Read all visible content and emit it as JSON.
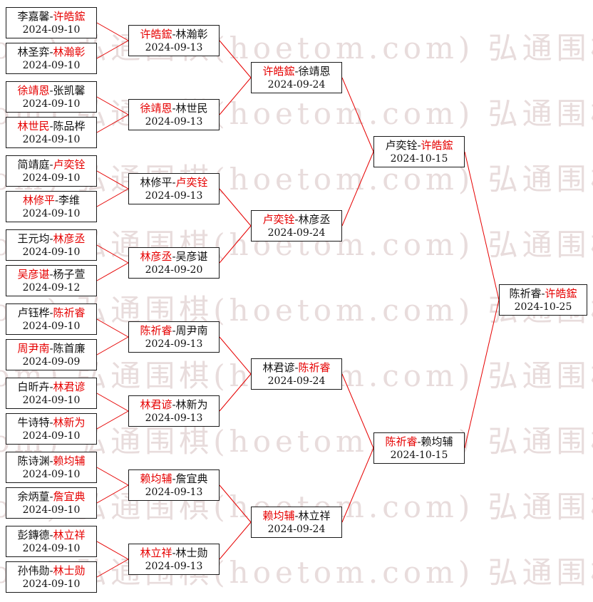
{
  "watermark": "弘通围棋(hoetom.com)",
  "separator": "-",
  "colors": {
    "winner": "#e60000",
    "connector": "#e60000",
    "watermark": "#e8dcdc",
    "border": "#1a1a1a"
  },
  "rounds": [
    {
      "name": "round-of-32",
      "matches": [
        {
          "p1": "李嘉馨",
          "p2": "许皓鋐",
          "winner": 2,
          "date": "2024-09-10"
        },
        {
          "p1": "林圣弈",
          "p2": "林瀚彰",
          "winner": 2,
          "date": "2024-09-10"
        },
        {
          "p1": "徐靖恩",
          "p2": "张凯馨",
          "winner": 1,
          "date": "2024-09-10"
        },
        {
          "p1": "林世民",
          "p2": "陈品桦",
          "winner": 1,
          "date": "2024-09-10"
        },
        {
          "p1": "简靖庭",
          "p2": "卢奕铨",
          "winner": 2,
          "date": "2024-09-10"
        },
        {
          "p1": "林修平",
          "p2": "李维",
          "winner": 1,
          "date": "2024-09-10"
        },
        {
          "p1": "王元均",
          "p2": "林彦丞",
          "winner": 2,
          "date": "2024-09-10"
        },
        {
          "p1": "吴彦谌",
          "p2": "杨子萱",
          "winner": 1,
          "date": "2024-09-12"
        },
        {
          "p1": "卢钰桦",
          "p2": "陈祈睿",
          "winner": 2,
          "date": "2024-09-10"
        },
        {
          "p1": "周尹南",
          "p2": "陈首廉",
          "winner": 1,
          "date": "2024-09-09"
        },
        {
          "p1": "白昕卉",
          "p2": "林君谚",
          "winner": 2,
          "date": "2024-09-10"
        },
        {
          "p1": "牛诗特",
          "p2": "林新为",
          "winner": 2,
          "date": "2024-09-10"
        },
        {
          "p1": "陈诗渊",
          "p2": "赖均辅",
          "winner": 2,
          "date": "2024-09-10"
        },
        {
          "p1": "余炳葟",
          "p2": "詹宜典",
          "winner": 2,
          "date": "2024-09-10"
        },
        {
          "p1": "彭鏄德",
          "p2": "林立祥",
          "winner": 2,
          "date": "2024-09-10"
        },
        {
          "p1": "孙伟勋",
          "p2": "林士勋",
          "winner": 2,
          "date": "2024-09-10"
        }
      ]
    },
    {
      "name": "round-2",
      "matches": [
        {
          "p1": "许皓鋐",
          "p2": "林瀚彰",
          "winner": 1,
          "date": "2024-09-13"
        },
        {
          "p1": "徐靖恩",
          "p2": "林世民",
          "winner": 1,
          "date": "2024-09-13"
        },
        {
          "p1": "林修平",
          "p2": "卢奕铨",
          "winner": 2,
          "date": "2024-09-13"
        },
        {
          "p1": "林彦丞",
          "p2": "吴彦谌",
          "winner": 1,
          "date": "2024-09-20"
        },
        {
          "p1": "陈祈睿",
          "p2": "周尹南",
          "winner": 1,
          "date": "2024-09-13"
        },
        {
          "p1": "林君谚",
          "p2": "林新为",
          "winner": 1,
          "date": "2024-09-13"
        },
        {
          "p1": "赖均辅",
          "p2": "詹宜典",
          "winner": 1,
          "date": "2024-09-13"
        },
        {
          "p1": "林立祥",
          "p2": "林士勋",
          "winner": 1,
          "date": "2024-09-13"
        }
      ]
    },
    {
      "name": "quarterfinals",
      "matches": [
        {
          "p1": "许皓鋐",
          "p2": "徐靖恩",
          "winner": 1,
          "date": "2024-09-24"
        },
        {
          "p1": "卢奕铨",
          "p2": "林彦丞",
          "winner": 1,
          "date": "2024-09-24"
        },
        {
          "p1": "林君谚",
          "p2": "陈祈睿",
          "winner": 2,
          "date": "2024-09-24"
        },
        {
          "p1": "赖均辅",
          "p2": "林立祥",
          "winner": 1,
          "date": "2024-09-24"
        }
      ]
    },
    {
      "name": "semifinals",
      "matches": [
        {
          "p1": "卢奕铨",
          "p2": "许皓鋐",
          "winner": 2,
          "date": "2024-10-15"
        },
        {
          "p1": "陈祈睿",
          "p2": "赖均辅",
          "winner": 1,
          "date": "2024-10-15"
        }
      ]
    },
    {
      "name": "final",
      "matches": [
        {
          "p1": "陈祈睿",
          "p2": "许皓鋐",
          "winner": 2,
          "date": "2024-10-25"
        }
      ]
    }
  ]
}
